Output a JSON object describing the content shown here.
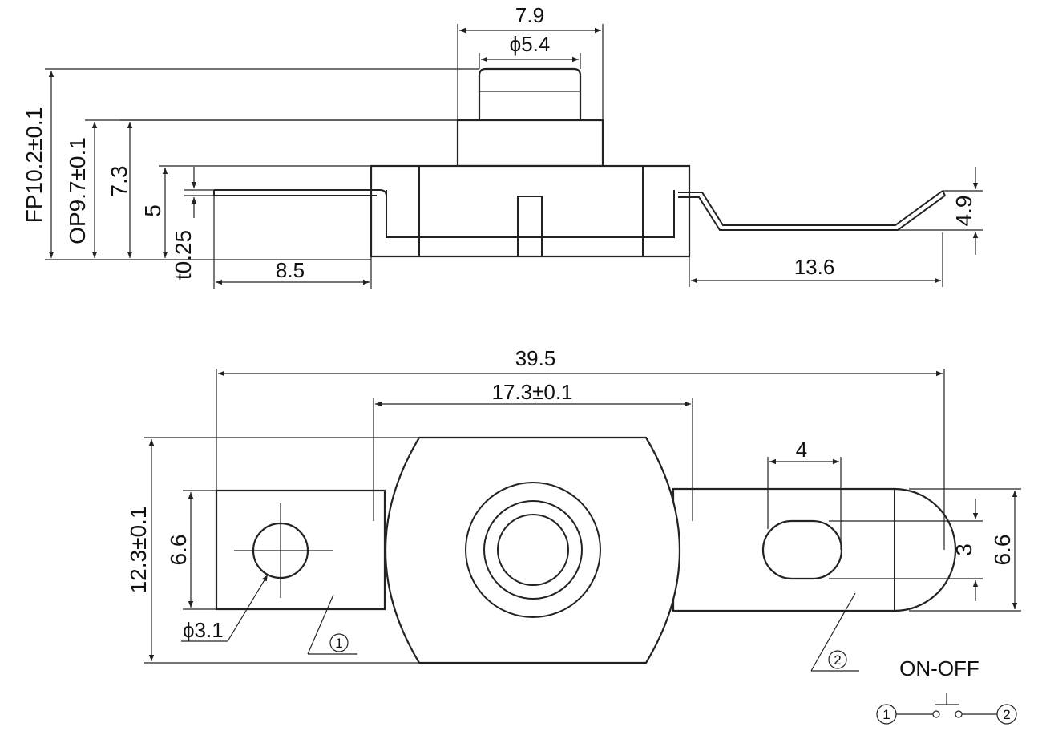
{
  "side_view": {
    "dim_width_top": "7.9",
    "dim_button_dia": "ϕ5.4",
    "dim_fp": "FP10.2±0.1",
    "dim_op": "OP9.7±0.1",
    "dim_height": "7.3",
    "dim_body": "5",
    "dim_thickness": "t0.25",
    "dim_left_tab": "8.5",
    "dim_right_tab": "13.6",
    "dim_right_height": "4.9"
  },
  "top_view": {
    "dim_overall": "39.5",
    "dim_body_width": "17.3±0.1",
    "dim_body_height": "12.3±0.1",
    "dim_left_tab_height": "6.6",
    "dim_hole": "ϕ3.1",
    "dim_slot_length": "4",
    "dim_slot_width": "3",
    "dim_right_tab_height": "6.6",
    "terminal_1": "1",
    "terminal_2": "2"
  },
  "schematic": {
    "title": "ON-OFF",
    "terminal_1": "1",
    "terminal_2": "2"
  }
}
